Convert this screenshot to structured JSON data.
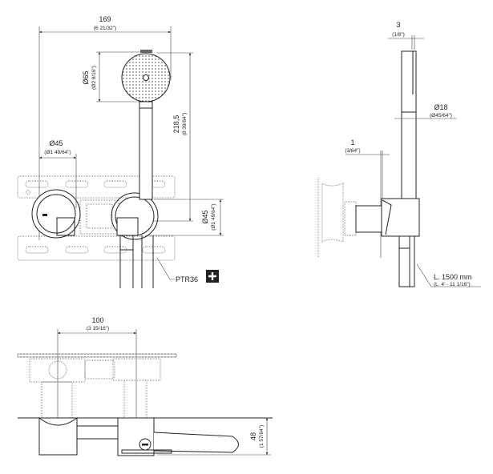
{
  "front_view": {
    "width_dim": {
      "value": "169",
      "imperial": "(6 21/32\")"
    },
    "head_dia_dim": {
      "value": "Ø65",
      "imperial": "(Ø2 9/16\")"
    },
    "height_dim": {
      "value": "218,5",
      "imperial": "(8 39/64\")"
    },
    "left_dia_dim": {
      "value": "Ø45",
      "imperial": "(Ø1 49/64\")"
    },
    "right_dia_dim": {
      "value": "Ø45",
      "imperial": "(Ø1 49/64\")"
    },
    "part_label": "PTR36",
    "plus_icon": "plus-icon"
  },
  "side_view": {
    "gap_dim": {
      "value": "3",
      "imperial": "(1/8\")"
    },
    "wand_dia_dim": {
      "value": "Ø18",
      "imperial": "(Ø45/64\")"
    },
    "offset_dim": {
      "value": "1",
      "imperial": "(3/64\")"
    },
    "hose_length": {
      "value": "L. 1500 mm",
      "imperial": "(L. 4' - 11 1/16\")"
    }
  },
  "top_view": {
    "spacing_dim": {
      "value": "100",
      "imperial": "(3 15/16\")"
    },
    "depth_dim": {
      "value": "48",
      "imperial": "(1 57/64\")"
    }
  }
}
